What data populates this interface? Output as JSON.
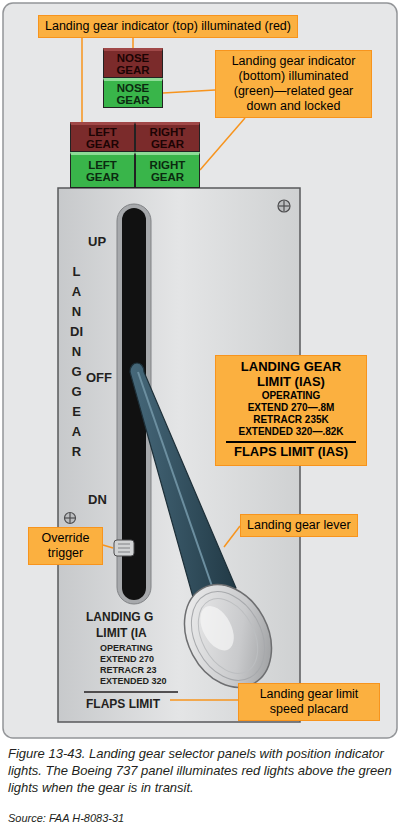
{
  "diagram": {
    "caption": "Figure 13-43. Landing gear selector panels with position indicator lights. The Boeing 737 panel illuminates red lights above the green lights when the gear is in transit.",
    "nodes": [
      {
        "text": [
          "Landing gear indicator (top) illuminated (red)"
        ]
      },
      {
        "text": [
          "NOSE GEAR"
        ]
      },
      {
        "text": [
          "Landing gear indicator (bottom) illuminated (green)—related gear down and locked"
        ]
      },
      {
        "text": [
          "NOSE GEAR"
        ]
      },
      {
        "text": [
          "LEFT GEAR"
        ]
      },
      {
        "text": [
          "RIGHT GEAR"
        ]
      },
      {
        "text": [
          "LEFT GEAR"
        ]
      },
      {
        "text": [
          "RIGHT GEAR"
        ]
      },
      {
        "text": [
          "UP",
          "LANDING GEAR",
          "OFF",
          "DN"
        ]
      },
      {
        "text": [
          "LANDING GEAR LIMIT (IAS)",
          "OPERATING",
          "EXTEND 270—.8M",
          "RETRACR 235K",
          "EXTENDED 320—.82K",
          "FLAPS LIMIT (IAS)"
        ],
        "in": 8
      },
      {
        "text": [
          "Landing gear lever"
        ]
      },
      {
        "text": [
          "Override trigger"
        ]
      },
      {
        "text": [
          "Landing gear limit speed placard"
        ]
      }
    ],
    "edges": [
      {
        "from": 0,
        "to": 1,
        "arrow": "none"
      },
      {
        "from": 0,
        "to": 4,
        "arrow": "none"
      },
      {
        "from": 2,
        "to": 3,
        "arrow": "none"
      },
      {
        "from": 2,
        "to": 7,
        "arrow": "none"
      }
    ],
    "labels": [
      "LANDING G",
      "LIMIT (IA",
      "OPERATING",
      "EXTEND 270",
      "RETRACR 23",
      "EXTENDED 320",
      "FLAPS LIMIT",
      "Source: FAA H-8083-31"
    ]
  }
}
